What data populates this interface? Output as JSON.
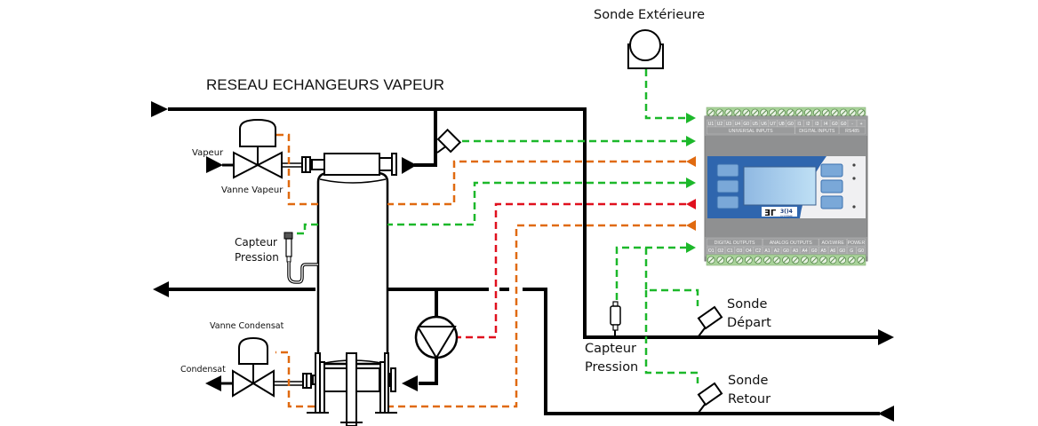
{
  "title": "RESEAU ECHANGEURS VAPEUR",
  "labels": {
    "vapeur": "Vapeur",
    "vanne_vapeur": "Vanne Vapeur",
    "capteur_pression_left_1": "Capteur",
    "capteur_pression_left_2": "Pression",
    "vanne_condensat": "Vanne Condensat",
    "condensat": "Condensat",
    "sonde_exterieure": "Sonde Extérieure",
    "sonde_depart_1": "Sonde",
    "sonde_depart_2": "Départ",
    "sonde_retour_1": "Sonde",
    "sonde_retour_2": "Retour",
    "capteur_pression_right_1": "Capteur",
    "capteur_pression_right_2": "Pression"
  },
  "controller": {
    "brand_mark": "ƎГ",
    "brand_model": "3()4",
    "brand_sub": "SYSTÈME",
    "top_terminals": [
      "U1",
      "U2",
      "U3",
      "U4",
      "G0",
      "U5",
      "U6",
      "U7",
      "U8",
      "G0",
      "I1",
      "I2",
      "I3",
      "I4",
      "G0",
      "G0",
      "-",
      "+"
    ],
    "top_sections": [
      "UNIVERSAL INPUTS",
      "DIGITAL INPUTS",
      "RS485"
    ],
    "bottom_terminals": [
      "O1",
      "O2",
      "C1",
      "O3",
      "O4",
      "C2",
      "A1",
      "A2",
      "G0",
      "A3",
      "A4",
      "G0",
      "A5",
      "A6",
      "G0",
      "G",
      "G0"
    ],
    "bottom_sections": [
      "DIGITAL OUTPUTS",
      "ANALOG OUTPUTS",
      "AO/1WIRE",
      "POWER"
    ]
  },
  "signal_colors": {
    "input": "#1cb82a",
    "output_analog": "#e06a10",
    "output_digital": "#e0101e"
  }
}
